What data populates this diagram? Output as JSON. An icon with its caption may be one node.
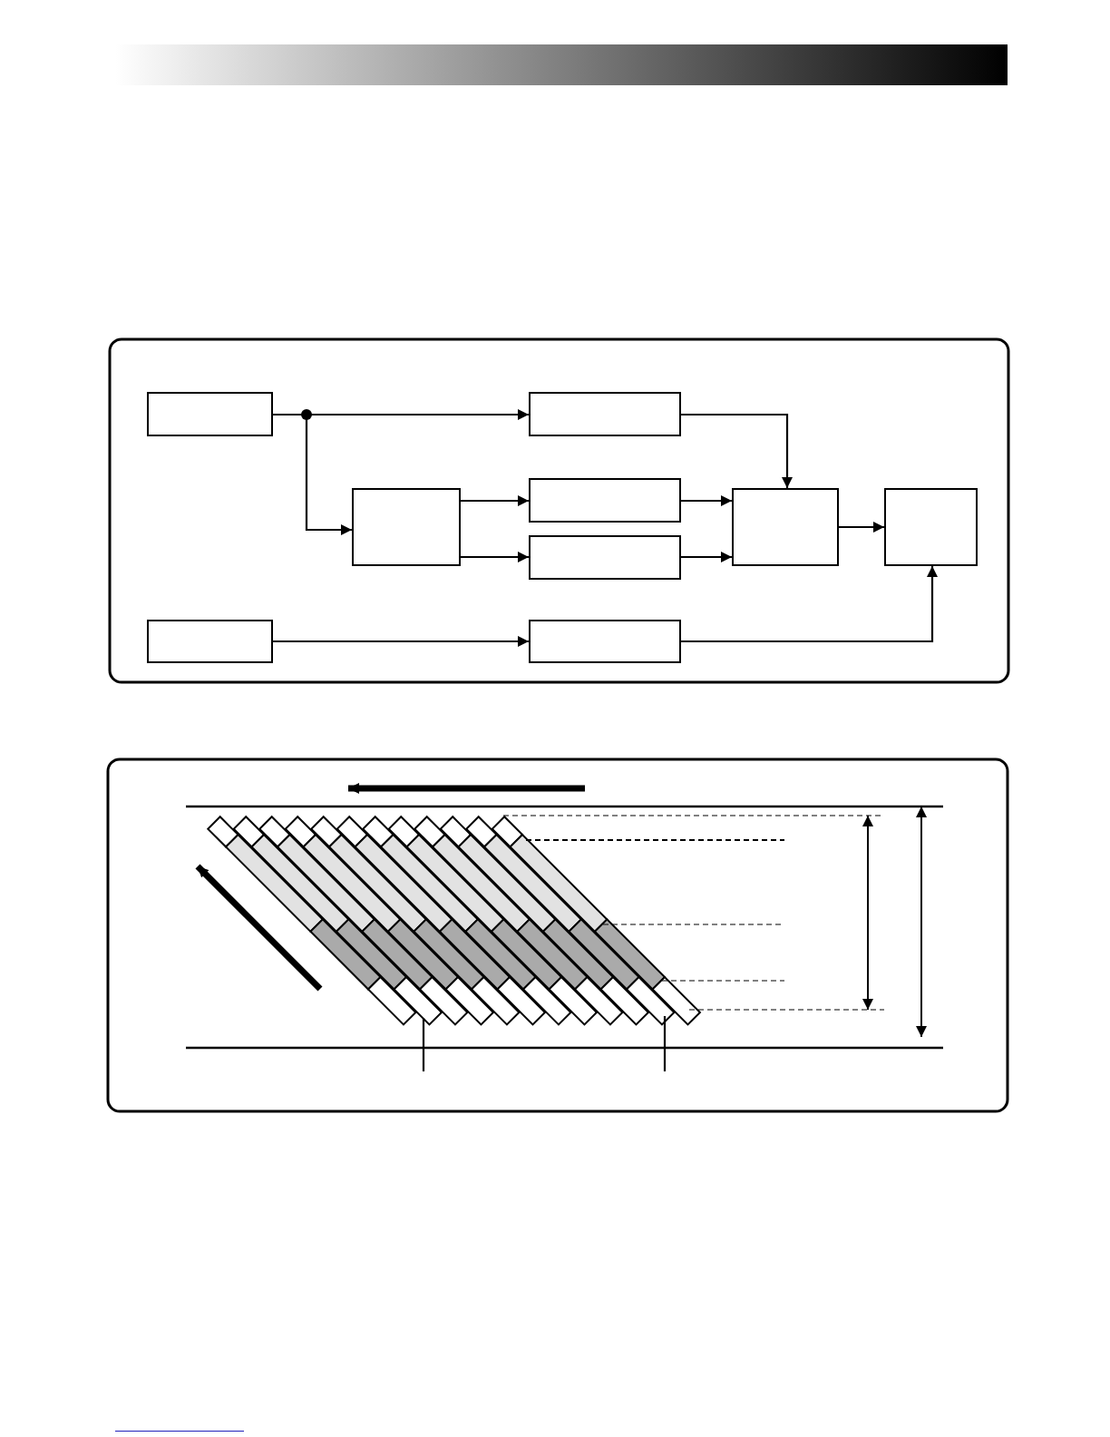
{
  "diagram": {
    "nodes": [
      {
        "text": [],
        "shape": "box"
      },
      {
        "text": [],
        "shape": "box"
      },
      {
        "text": [],
        "shape": "box"
      },
      {
        "text": [],
        "shape": "box"
      },
      {
        "text": [],
        "shape": "box"
      },
      {
        "text": [],
        "shape": "box"
      },
      {
        "text": [],
        "shape": "box"
      },
      {
        "text": [],
        "shape": "box"
      },
      {
        "text": [],
        "shape": "box"
      }
    ],
    "edges": [
      {
        "from": 0,
        "to": 1,
        "arrow": "to"
      },
      {
        "from": 0,
        "to": 3,
        "arrow": "to"
      },
      {
        "from": 1,
        "to": 4,
        "arrow": "to"
      },
      {
        "from": 3,
        "to": 2,
        "arrow": "to"
      },
      {
        "from": 3,
        "to": 6,
        "arrow": "to"
      },
      {
        "from": 2,
        "to": 4,
        "arrow": "to"
      },
      {
        "from": 6,
        "to": 4,
        "arrow": "to"
      },
      {
        "from": 4,
        "to": 5,
        "arrow": "to"
      },
      {
        "from": 7,
        "to": 8,
        "arrow": "to"
      },
      {
        "from": 8,
        "to": 5,
        "arrow": "to"
      }
    ]
  }
}
